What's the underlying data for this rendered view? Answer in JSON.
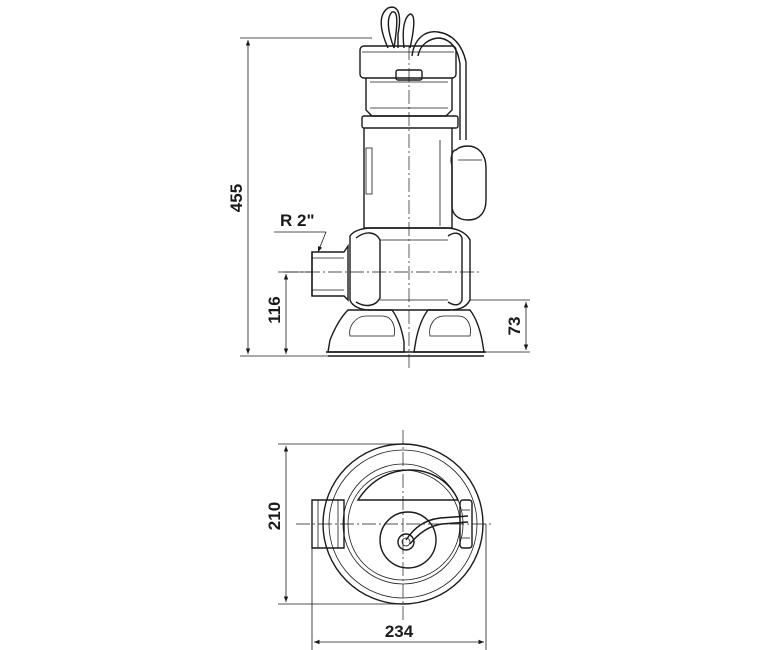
{
  "side_view": {
    "height_total": "455",
    "outlet_label": "R 2\"",
    "outlet_center_height": "116",
    "base_height": "73"
  },
  "top_view": {
    "depth": "210",
    "width": "234"
  },
  "colors": {
    "line": "#1a1a1a",
    "background": "#ffffff"
  }
}
